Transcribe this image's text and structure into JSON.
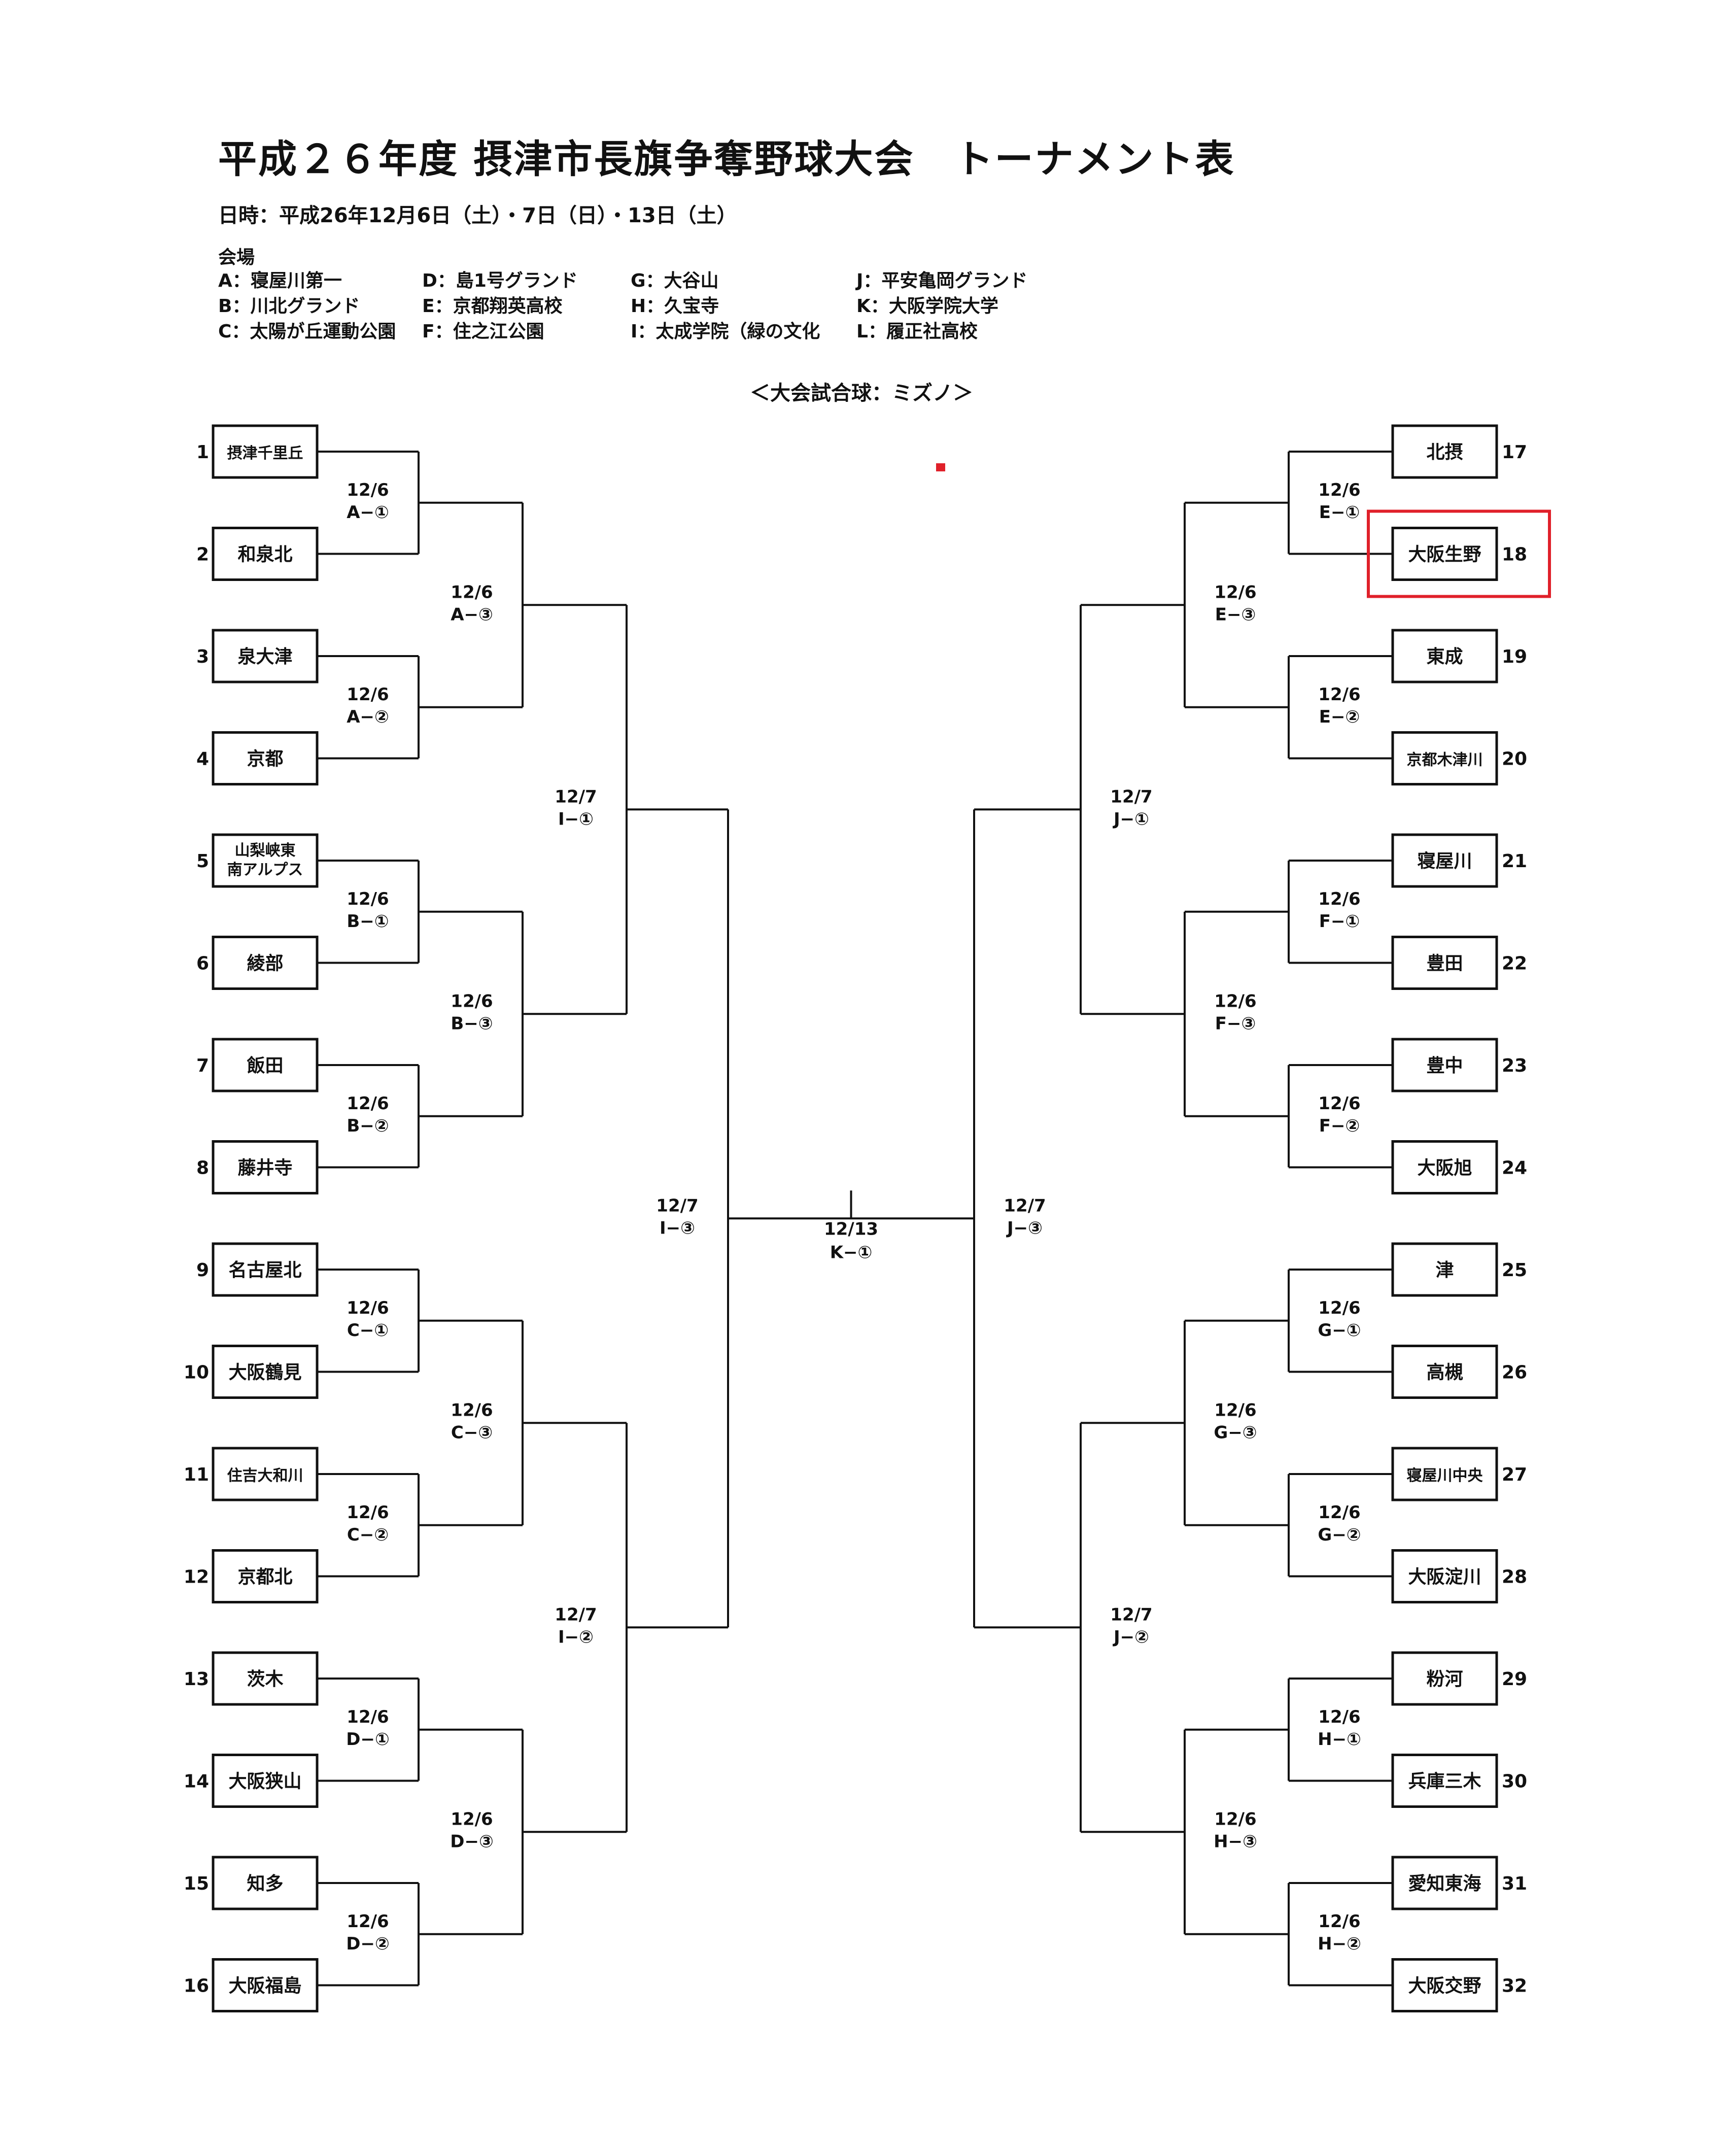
{
  "header": {
    "title": "平成２６年度 摂津市長旗争奪野球大会　トーナメント表",
    "date": "日時：平成26年12月6日（土）・7日（日）・13日（土）",
    "venue_label": "会場",
    "venues": [
      "A：寝屋川第一",
      "B：川北グランド",
      "C：太陽が丘運動公園",
      "D：島1号グランド",
      "E：京都翔英高校",
      "F：住之江公園",
      "G：大谷山",
      "H：久宝寺",
      "I：太成学院（緑の文化",
      "J：平安亀岡グランド",
      "K：大阪学院大学",
      "L：履正社高校"
    ],
    "ball": "＜大会試合球：ミズノ＞"
  },
  "teams": [
    {
      "seed": "1",
      "name": "摂津千里丘"
    },
    {
      "seed": "2",
      "name": "和泉北"
    },
    {
      "seed": "3",
      "name": "泉大津"
    },
    {
      "seed": "4",
      "name": "京都"
    },
    {
      "seed": "5",
      "name": "山梨峡東\n南アルプス"
    },
    {
      "seed": "6",
      "name": "綾部"
    },
    {
      "seed": "7",
      "name": "飯田"
    },
    {
      "seed": "8",
      "name": "藤井寺"
    },
    {
      "seed": "9",
      "name": "名古屋北"
    },
    {
      "seed": "10",
      "name": "大阪鶴見"
    },
    {
      "seed": "11",
      "name": "住吉大和川"
    },
    {
      "seed": "12",
      "name": "京都北"
    },
    {
      "seed": "13",
      "name": "茨木"
    },
    {
      "seed": "14",
      "name": "大阪狭山"
    },
    {
      "seed": "15",
      "name": "知多"
    },
    {
      "seed": "16",
      "name": "大阪福島"
    },
    {
      "seed": "17",
      "name": "北摂"
    },
    {
      "seed": "18",
      "name": "大阪生野"
    },
    {
      "seed": "19",
      "name": "東成"
    },
    {
      "seed": "20",
      "name": "京都木津川"
    },
    {
      "seed": "21",
      "name": "寝屋川"
    },
    {
      "seed": "22",
      "name": "豊田"
    },
    {
      "seed": "23",
      "name": "豊中"
    },
    {
      "seed": "24",
      "name": "大阪旭"
    },
    {
      "seed": "25",
      "name": "津"
    },
    {
      "seed": "26",
      "name": "高槻"
    },
    {
      "seed": "27",
      "name": "寝屋川中央"
    },
    {
      "seed": "28",
      "name": "大阪淀川"
    },
    {
      "seed": "29",
      "name": "粉河"
    },
    {
      "seed": "30",
      "name": "兵庫三木"
    },
    {
      "seed": "31",
      "name": "愛知東海"
    },
    {
      "seed": "32",
      "name": "大阪交野"
    }
  ],
  "matches": {
    "left_r1": [
      {
        "date": "12/6",
        "code": "A−①"
      },
      {
        "date": "12/6",
        "code": "A−②"
      },
      {
        "date": "12/6",
        "code": "B−①"
      },
      {
        "date": "12/6",
        "code": "B−②"
      },
      {
        "date": "12/6",
        "code": "C−①"
      },
      {
        "date": "12/6",
        "code": "C−②"
      },
      {
        "date": "12/6",
        "code": "D−①"
      },
      {
        "date": "12/6",
        "code": "D−②"
      }
    ],
    "left_r2": [
      {
        "date": "12/6",
        "code": "A−③"
      },
      {
        "date": "12/6",
        "code": "B−③"
      },
      {
        "date": "12/6",
        "code": "C−③"
      },
      {
        "date": "12/6",
        "code": "D−③"
      }
    ],
    "left_r3": [
      {
        "date": "12/7",
        "code": "I−①"
      },
      {
        "date": "12/7",
        "code": "I−②"
      }
    ],
    "left_r4": [
      {
        "date": "12/7",
        "code": "I−③"
      }
    ],
    "right_r1": [
      {
        "date": "12/6",
        "code": "E−①"
      },
      {
        "date": "12/6",
        "code": "E−②"
      },
      {
        "date": "12/6",
        "code": "F−①"
      },
      {
        "date": "12/6",
        "code": "F−②"
      },
      {
        "date": "12/6",
        "code": "G−①"
      },
      {
        "date": "12/6",
        "code": "G−②"
      },
      {
        "date": "12/6",
        "code": "H−①"
      },
      {
        "date": "12/6",
        "code": "H−②"
      }
    ],
    "right_r2": [
      {
        "date": "12/6",
        "code": "E−③"
      },
      {
        "date": "12/6",
        "code": "F−③"
      },
      {
        "date": "12/6",
        "code": "G−③"
      },
      {
        "date": "12/6",
        "code": "H−③"
      }
    ],
    "right_r3": [
      {
        "date": "12/7",
        "code": "J−①"
      },
      {
        "date": "12/7",
        "code": "J−②"
      }
    ],
    "right_r4": [
      {
        "date": "12/7",
        "code": "J−③"
      }
    ],
    "final": {
      "date": "12/13",
      "code": "K−①"
    }
  },
  "highlight_seed": "18",
  "colors": {
    "highlight": "#e0202a",
    "ink": "#111111"
  }
}
